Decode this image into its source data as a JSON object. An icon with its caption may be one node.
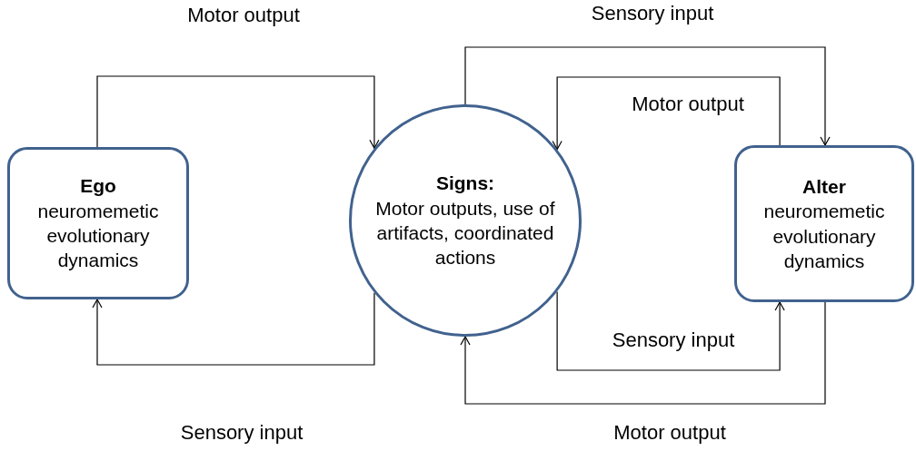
{
  "diagram": {
    "nodes": [
      {
        "text": [
          "Ego",
          "neuromemetic evolutionary dynamics"
        ]
      },
      {
        "text": [
          "Signs:",
          "Motor outputs, use of artifacts, coordinated actions"
        ]
      },
      {
        "text": [
          "Alter",
          "neuromemetic evolutionary dynamics"
        ]
      }
    ],
    "edges": [
      {
        "from": 0,
        "to": 1,
        "arrow": "to",
        "label": "Motor output"
      },
      {
        "from": 1,
        "to": 0,
        "arrow": "to",
        "label": "Sensory input"
      },
      {
        "from": 1,
        "to": 2,
        "arrow": "to",
        "label": "Sensory input"
      },
      {
        "from": 2,
        "to": 1,
        "arrow": "to",
        "label": "Motor output"
      },
      {
        "from": 1,
        "to": 2,
        "arrow": "to",
        "label": "Sensory input"
      },
      {
        "from": 2,
        "to": 1,
        "arrow": "to",
        "label": "Motor output"
      }
    ]
  }
}
